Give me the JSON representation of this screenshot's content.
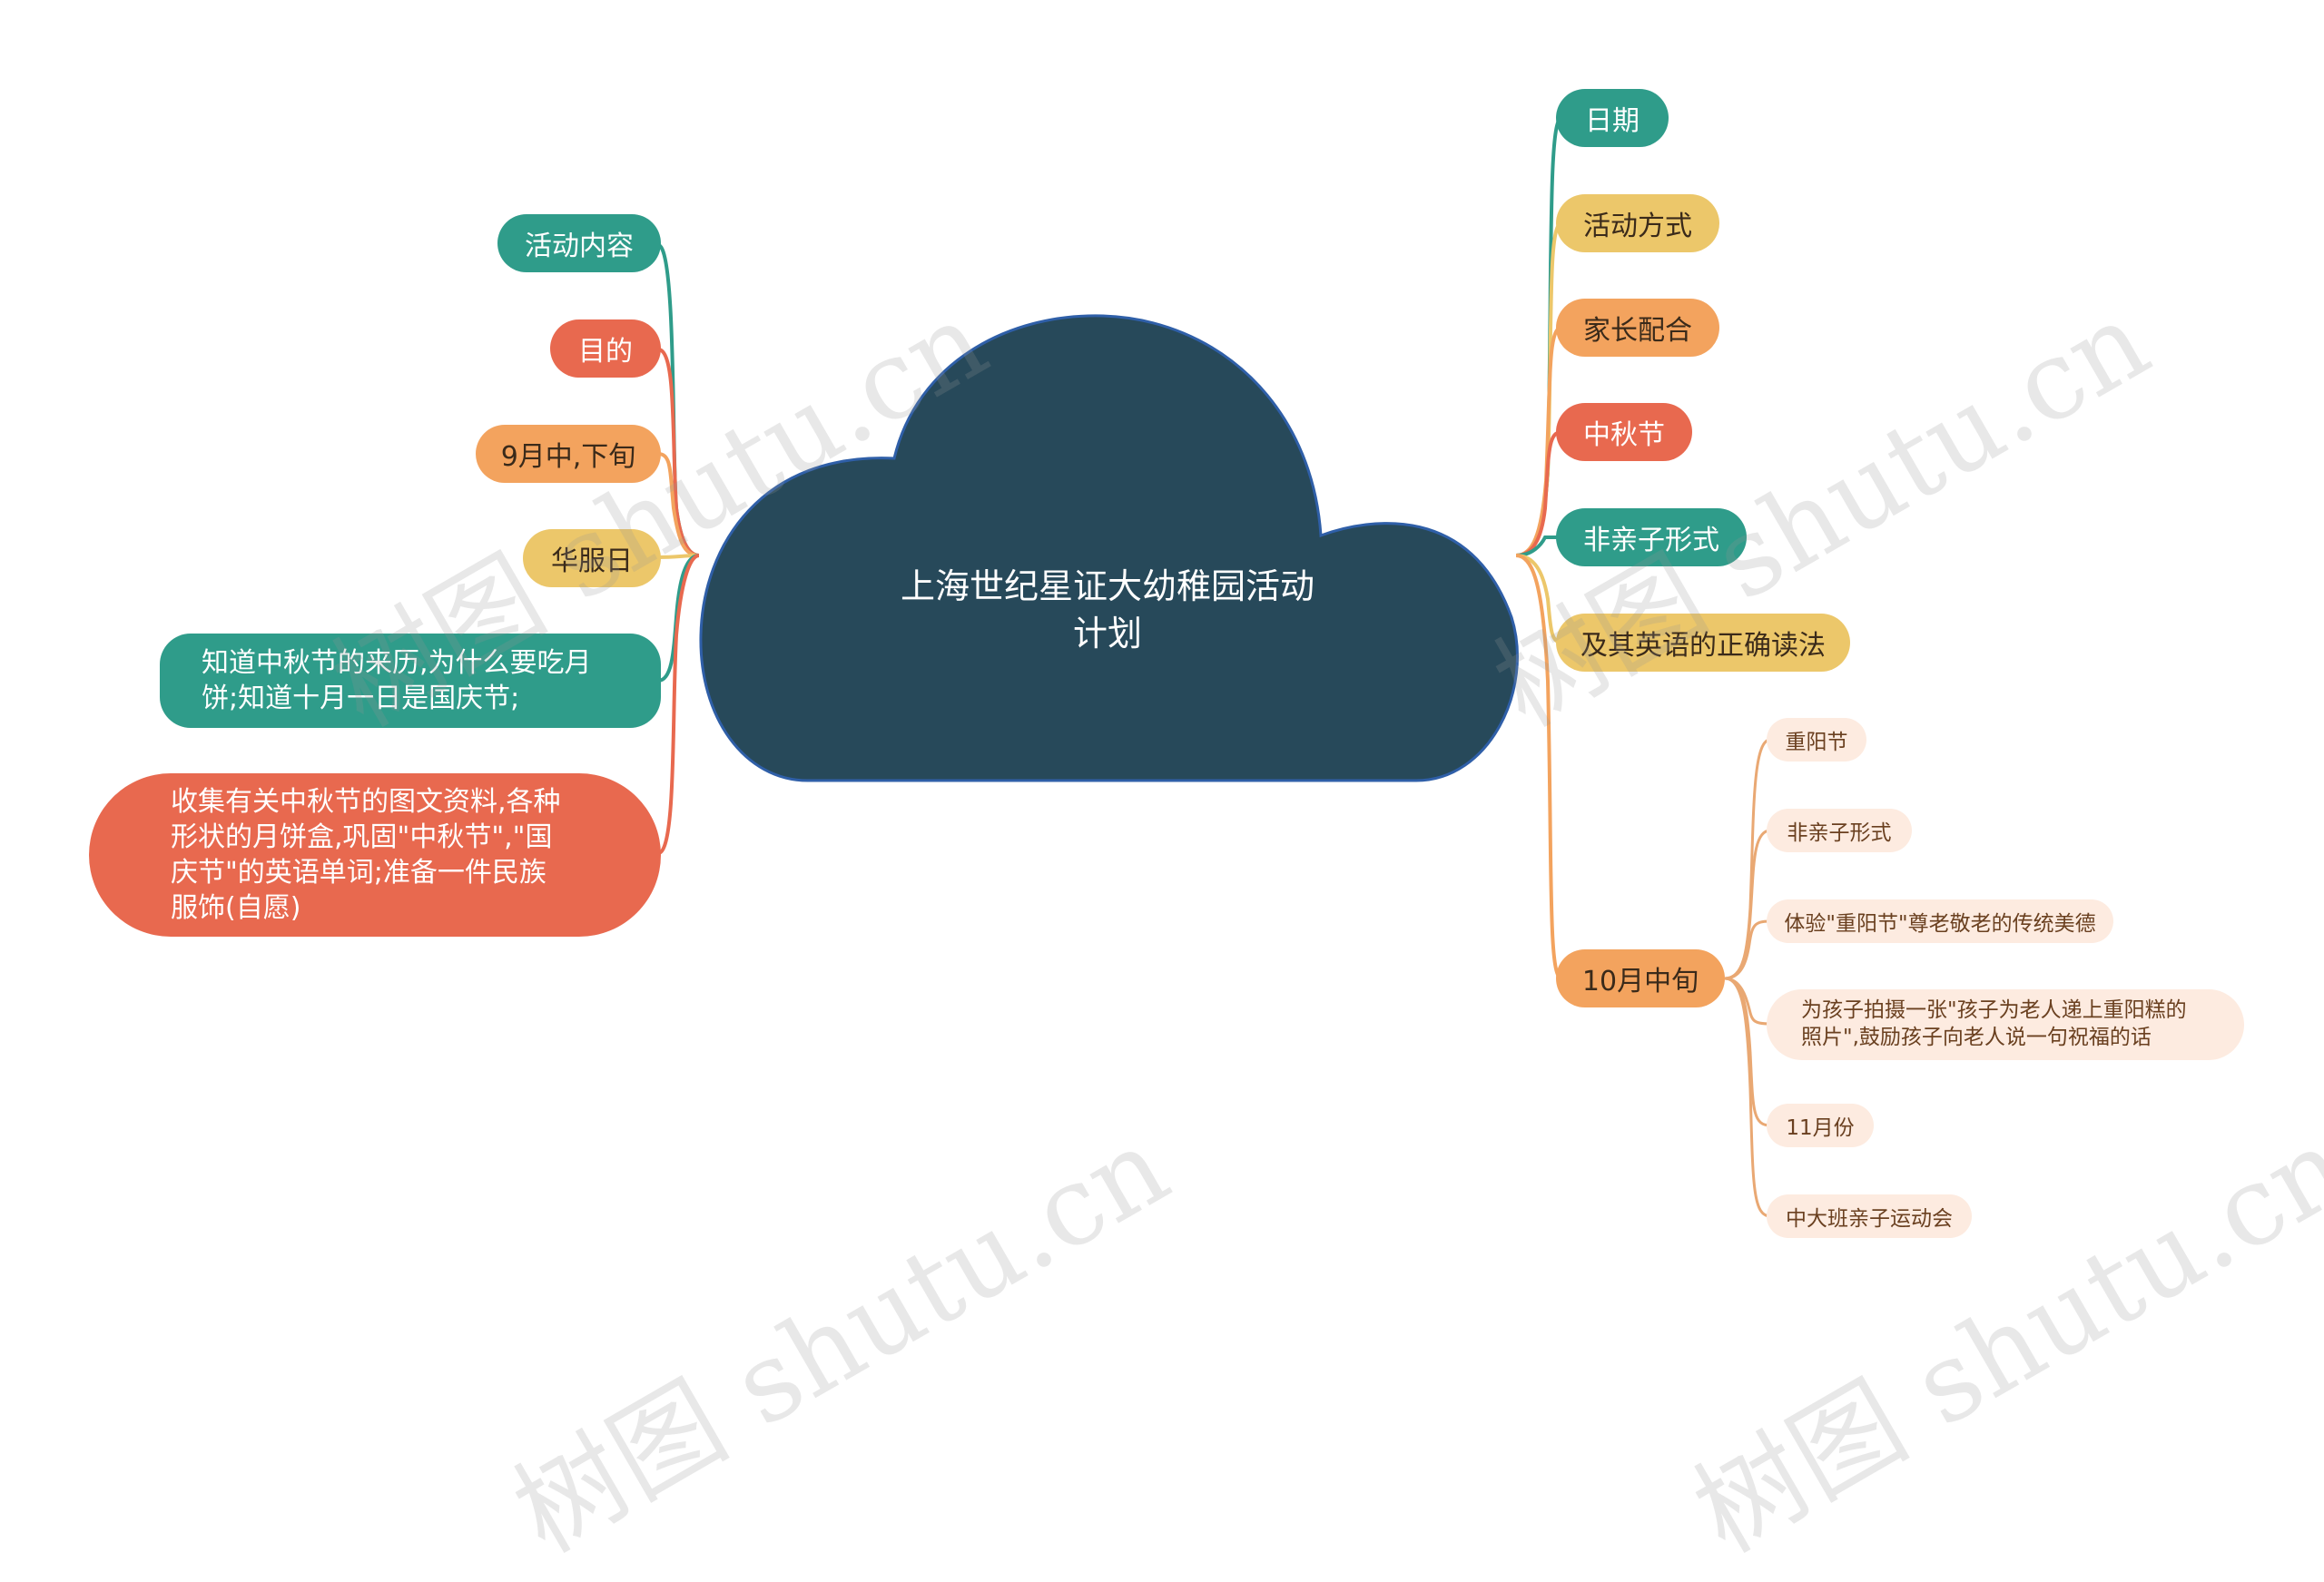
{
  "central_topic": "上海世纪星证大幼稚园活动计划",
  "left_branches": [
    {
      "label": "活动内容",
      "color": "#2f9c8a"
    },
    {
      "label": "目的",
      "color": "#e8694f"
    },
    {
      "label": "9月中,下旬",
      "color": "#f3a35e"
    },
    {
      "label": "华服日",
      "color": "#ecc76a"
    },
    {
      "label": "知道中秋节的来历,为什么要吃月饼;知道十月一日是国庆节;",
      "color": "#2f9c8a"
    },
    {
      "label": "收集有关中秋节的图文资料,各种形状的月饼盒,巩固\"中秋节\",\"国庆节\"的英语单词;准备一件民族服饰(自愿)",
      "color": "#e8694f"
    }
  ],
  "right_branches": [
    {
      "label": "日期",
      "color": "#2f9c8a"
    },
    {
      "label": "活动方式",
      "color": "#ecc76a"
    },
    {
      "label": "家长配合",
      "color": "#f3a35e"
    },
    {
      "label": "中秋节",
      "color": "#e8694f"
    },
    {
      "label": "非亲子形式",
      "color": "#2f9c8a"
    },
    {
      "label": "及其英语的正确读法",
      "color": "#ecc76a"
    },
    {
      "label": "10月中旬",
      "color": "#f3a35e"
    }
  ],
  "sub_branches": [
    {
      "label": "重阳节"
    },
    {
      "label": "非亲子形式"
    },
    {
      "label": "体验\"重阳节\"尊老敬老的传统美德"
    },
    {
      "label": "为孩子拍摄一张\"孩子为老人递上重阳糕的照片\",鼓励孩子向老人说一句祝福的话"
    },
    {
      "label": "11月份"
    },
    {
      "label": "中大班亲子运动会"
    }
  ],
  "watermark": "树图 shutu.cn",
  "colors": {
    "cloud": "#27495a",
    "cloud_stroke": "#2f5fa8",
    "sub_line": "#e9a873"
  }
}
